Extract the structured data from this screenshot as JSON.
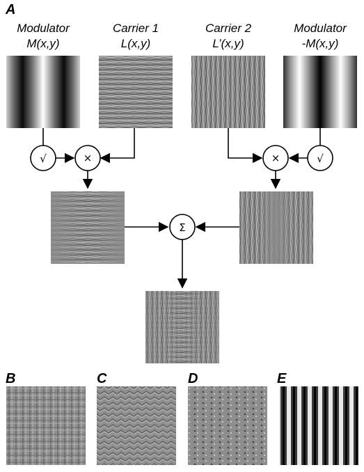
{
  "panel_labels": {
    "a": "A",
    "b": "B",
    "c": "C",
    "d": "D",
    "e": "E"
  },
  "inputs": {
    "modulator": {
      "line1": "Modulator",
      "line2": "M(x,y)"
    },
    "carrier1": {
      "line1": "Carrier 1",
      "line2": "L(x,y)"
    },
    "carrier2": {
      "line1": "Carrier 2",
      "line2": "L’(x,y)"
    },
    "neg_modulator": {
      "line1": "Modulator",
      "line2": "-M(x,y)"
    }
  },
  "operators": {
    "sqrt": "√",
    "multiply": "×",
    "sum": "Σ"
  },
  "colors": {
    "background": "#ffffff",
    "ink": "#000000",
    "mid_gray": "#808080"
  }
}
